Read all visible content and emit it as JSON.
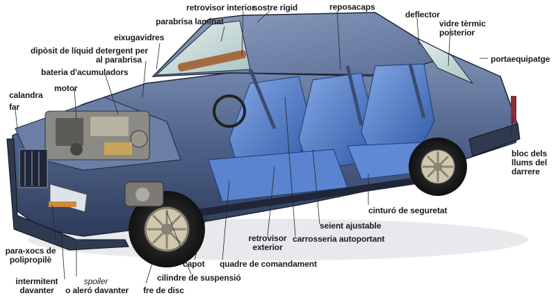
{
  "labels": {
    "retrovisor_interior": "retrovisor interior",
    "sostre_rigid": "sostre rígid",
    "reposacaps": "reposacaps",
    "deflector": "deflector",
    "parabrisa_laminat": "parabrisa laminat",
    "vidre_termic_1": "vidre tèrmic",
    "vidre_termic_2": "posterior",
    "eixugavidres": "eixugavidres",
    "diposit_1": "dipòsit de líquid detergent per",
    "diposit_2": "al parabrisa",
    "portaequipatge": "portaequipatge",
    "bateria": "bateria d'acumuladors",
    "motor": "motor",
    "calandra": "calandra",
    "far": "far",
    "bloc_1": "bloc dels",
    "bloc_2": "llums del",
    "bloc_3": "darrere",
    "cinturo": "cinturó de seguretat",
    "seient": "seient ajustable",
    "retrovisor_ext_1": "retrovisor",
    "retrovisor_ext_2": "exterior",
    "carrosseria": "carrosseria autoportant",
    "paraxocs_1": "para-xocs de",
    "paraxocs_2": "polipropilè",
    "capot": "capot",
    "quadre": "quadre de comandament",
    "cilindre": "cilindre de suspensió",
    "intermitent_1": "intermitent",
    "intermitent_2": "davanter",
    "spoiler_it": "spoiler",
    "spoiler_2": "o aleró davanter",
    "fre": "fre de disc"
  },
  "colors": {
    "body": "#4a5f86",
    "body_dark": "#2c3a58",
    "interior": "#3f6fc0",
    "leader": "#222222"
  }
}
